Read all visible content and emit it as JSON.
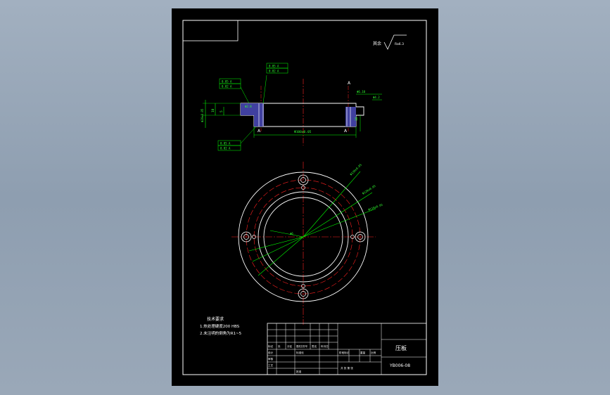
{
  "colors": {
    "background": "#8f9fb1",
    "sheet": "#000000",
    "outline": "#ffffff",
    "center_line": "#ff2020",
    "dimension": "#00ff00",
    "annotation": "#33ff33",
    "section_fill": "#4040a0"
  },
  "roughness": {
    "label": "其余",
    "value": "Ra6.3"
  },
  "section_view": {
    "datum_a": "A",
    "diameter_bottom": "Φ100±0.05",
    "dim_left_outer": "10",
    "dim_left_inner": "5",
    "dim_right": "10",
    "dim_phi_right": "Φ6.10",
    "dim_phi_right2": "Φ4.2",
    "dim_left_phi": "Φ2.8",
    "dim_left_vertical": "Φ20±0.05",
    "fcf_top_1": "0.05 A",
    "fcf_top_2": "0.02 A",
    "fcf_left_1": "0.05 A",
    "fcf_left_2": "0.02 A",
    "fcf_bottom_1": "0.05 A",
    "fcf_bottom_2": "0.02 A"
  },
  "plan_view": {
    "dim_1": "Φ130±0.05",
    "dim_2": "Φ120±0.05",
    "dim_3": "Φ110±0.05",
    "dim_4": "Φ6"
  },
  "notes": {
    "title": "技术要求",
    "line1": "1.热处理硬度200 HBS",
    "line2": "2.未注明的倒角为R1~5"
  },
  "title_block": {
    "part_name": "压板",
    "drawing_no": "YB006-08",
    "row_labels": [
      "标记",
      "处",
      "分区",
      "更改文件号",
      "签名",
      "年月日"
    ],
    "designer": "设计",
    "standardizer": "标准化",
    "stage_label": "阶段标记",
    "weight_label": "重量",
    "scale_label": "比例",
    "review": "审核",
    "process": "工艺",
    "approve": "批准",
    "sheet_info": "共 张 第 张"
  }
}
